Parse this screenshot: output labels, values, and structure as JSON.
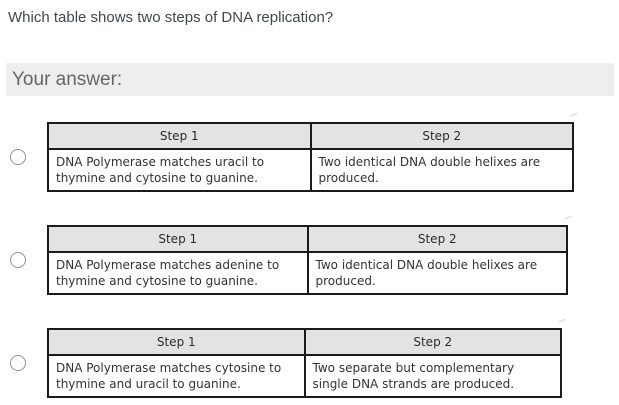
{
  "question": "Which table shows two steps of DNA replication?",
  "answer_section": {
    "label": "Your answer:"
  },
  "options": [
    {
      "id": "option-1",
      "selected": false,
      "table": {
        "headers": [
          "Step 1",
          "Step 2"
        ],
        "cells": [
          "DNA Polymerase matches uracil to thymine and cytosine to guanine.",
          "Two identical DNA double helixes are produced."
        ]
      }
    },
    {
      "id": "option-2",
      "selected": false,
      "table": {
        "headers": [
          "Step 1",
          "Step 2"
        ],
        "cells": [
          "DNA Polymerase matches adenine to thymine and cytosine to guanine.",
          "Two identical DNA double helixes are produced."
        ]
      }
    },
    {
      "id": "option-3",
      "selected": false,
      "table": {
        "headers": [
          "Step 1",
          "Step 2"
        ],
        "cells": [
          "DNA Polymerase matches cytosine to thymine and uracil to guanine.",
          "Two separate but complementary single DNA strands are produced."
        ]
      }
    }
  ],
  "colors": {
    "header_bg": "#e3e3e3",
    "table_border": "#1b1b1b",
    "banner_bg": "#eeeeee",
    "banner_text": "#666666",
    "question_text": "#42474d",
    "table_text": "#333333"
  }
}
